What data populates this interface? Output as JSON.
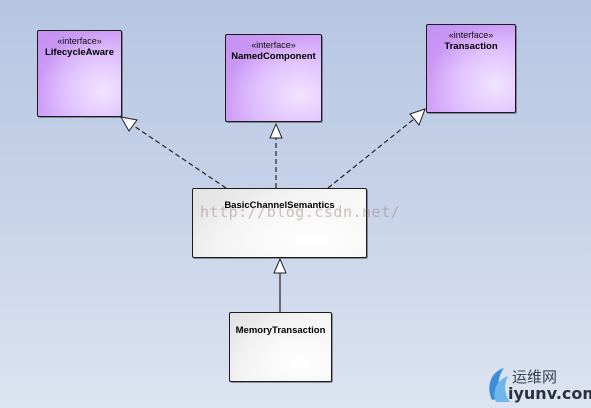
{
  "interfaces": [
    {
      "stereotype": "«interface»",
      "name": "LifecycleAware"
    },
    {
      "stereotype": "«interface»",
      "name": "NamedComponent"
    },
    {
      "stereotype": "«interface»",
      "name": "Transaction"
    }
  ],
  "classes": [
    {
      "name": "BasicChannelSemantics"
    },
    {
      "name": "MemoryTransaction"
    }
  ],
  "watermark": "http://blog.csdn.net/",
  "logo": {
    "cn": "运维网",
    "en": "iyunv.com"
  },
  "colors": {
    "interface_fill": "#d4a8fa",
    "class_fill": "#f4f4f4",
    "border": "#1c1c1c",
    "background": "#c5d1e8"
  }
}
